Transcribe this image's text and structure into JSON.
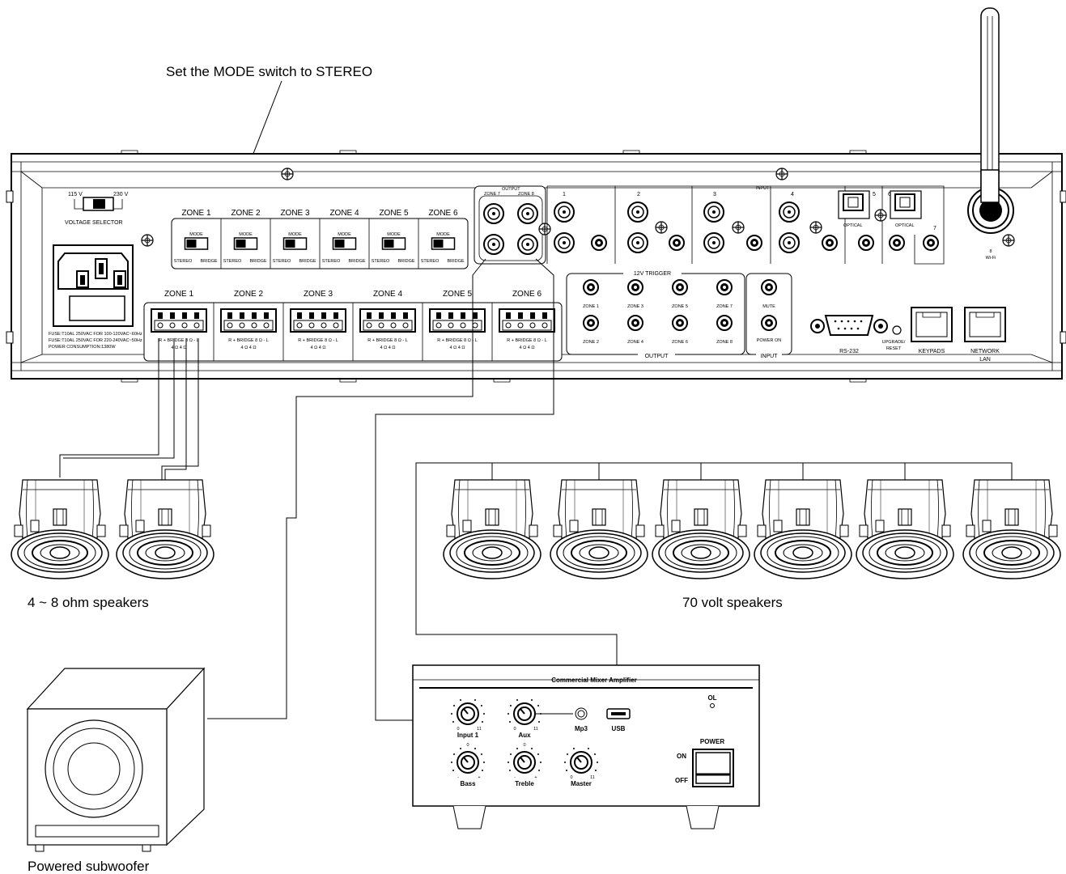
{
  "captions": {
    "mode_note": "Set the MODE switch to STEREO",
    "low_impedance_speakers": "4 ~ 8 ohm speakers",
    "seventy_volt_speakers": "70 volt speakers",
    "subwoofer": "Powered subwoofer"
  },
  "amplifier": {
    "voltage_selector": {
      "left": "115 V",
      "right": "230 V",
      "label": "VOLTAGE SELECTOR"
    },
    "fuse_text": [
      "FUSE:T10AL 250VAC FOR 100-120VAC~60Hz",
      "FUSE:T10AL 250VAC FOR 220-240VAC~50Hz",
      "POWER CONSUMPTION:1380W"
    ],
    "mode_zones": [
      "ZONE 1",
      "ZONE 2",
      "ZONE 3",
      "ZONE 4",
      "ZONE 5",
      "ZONE 6"
    ],
    "mode_label": "MODE",
    "mode_left": "STEREO",
    "mode_right": "BRIDGE",
    "terminal_zones": [
      "ZONE 1",
      "ZONE 2",
      "ZONE 3",
      "ZONE 4",
      "ZONE 5",
      "ZONE 6"
    ],
    "terminal_top": "R  + BRIDGE 8 Ω -  L",
    "terminal_bottom": "4 Ω     4 Ω",
    "output_header": "OUTPUT",
    "output_zone7": "ZONE 7",
    "output_zone8": "ZONE 8",
    "input_header": "INPUT",
    "input_numbers": [
      "1",
      "2",
      "3",
      "4",
      "5",
      "6",
      "7"
    ],
    "optical_label": "OPTICAL",
    "trigger_header": "12V TRIGGER",
    "trigger_top": [
      "ZONE 1",
      "ZONE 3",
      "ZONE 5",
      "ZONE 7"
    ],
    "trigger_bottom": [
      "ZONE 2",
      "ZONE 4",
      "ZONE 6",
      "ZONE 8"
    ],
    "trigger_footer": "OUTPUT",
    "mute_label": "MUTE",
    "power_on_label": "POWER ON",
    "trigger_input_footer": "INPUT",
    "rs232": "RS-232",
    "upgrade_reset": [
      "UPGRADE/",
      "RESET"
    ],
    "keypads": "KEYPADS",
    "network": [
      "NETWORK",
      "LAN"
    ],
    "wifi": [
      "8",
      "Wi-Fi"
    ]
  },
  "mixer": {
    "title": "Commercial  Mixer Amplifier",
    "knobs": [
      {
        "label": "Input  1",
        "min": "0",
        "max": "11",
        "mid": ""
      },
      {
        "label": "Aux",
        "min": "0",
        "max": "11",
        "mid": ""
      },
      {
        "label": "Bass",
        "min": "-",
        "max": "+",
        "mid": "0"
      },
      {
        "label": "Treble",
        "min": "-",
        "max": "+",
        "mid": "0"
      },
      {
        "label": "Master",
        "min": "0",
        "max": "11",
        "mid": ""
      }
    ],
    "mp3": "Mp3",
    "usb": "USB",
    "ol": "OL",
    "power": "POWER",
    "on": "ON",
    "off": "OFF"
  }
}
